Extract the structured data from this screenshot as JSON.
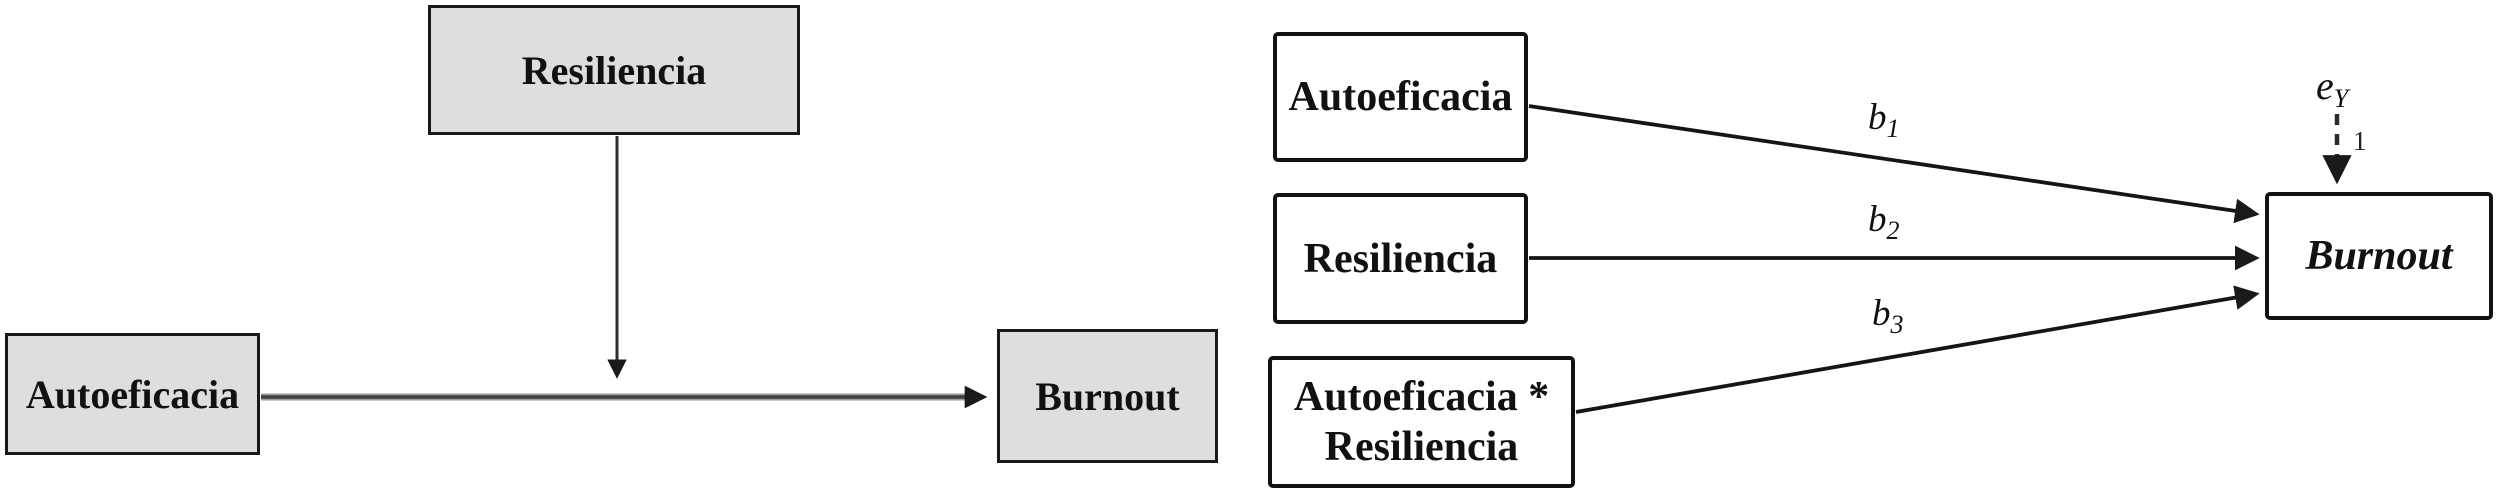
{
  "left_diagram": {
    "moderator_box": {
      "label": "Resiliencia"
    },
    "predictor_box": {
      "label": "Autoeficacia"
    },
    "outcome_box": {
      "label": "Burnout"
    }
  },
  "right_diagram": {
    "predictor_box_1": {
      "label": "Autoeficacia"
    },
    "predictor_box_2": {
      "label": "Resiliencia"
    },
    "interaction_box": {
      "label_line1": "Autoeficacia *",
      "label_line2": "Resiliencia"
    },
    "outcome_box": {
      "label": "Burnout"
    },
    "path_labels": [
      {
        "base": "b",
        "sub": "1"
      },
      {
        "base": "b",
        "sub": "2"
      },
      {
        "base": "b",
        "sub": "3"
      }
    ],
    "error_term": {
      "base": "e",
      "sub": "Y",
      "weight_label": "1"
    }
  },
  "colors": {
    "left_box_fill": "#dedede",
    "right_box_fill": "#ffffff",
    "box_border": "#1a1a1a",
    "left_arrow_gray": "#8f8f8f",
    "arrow_dark": "#1a1a1a",
    "background": "#ffffff"
  }
}
